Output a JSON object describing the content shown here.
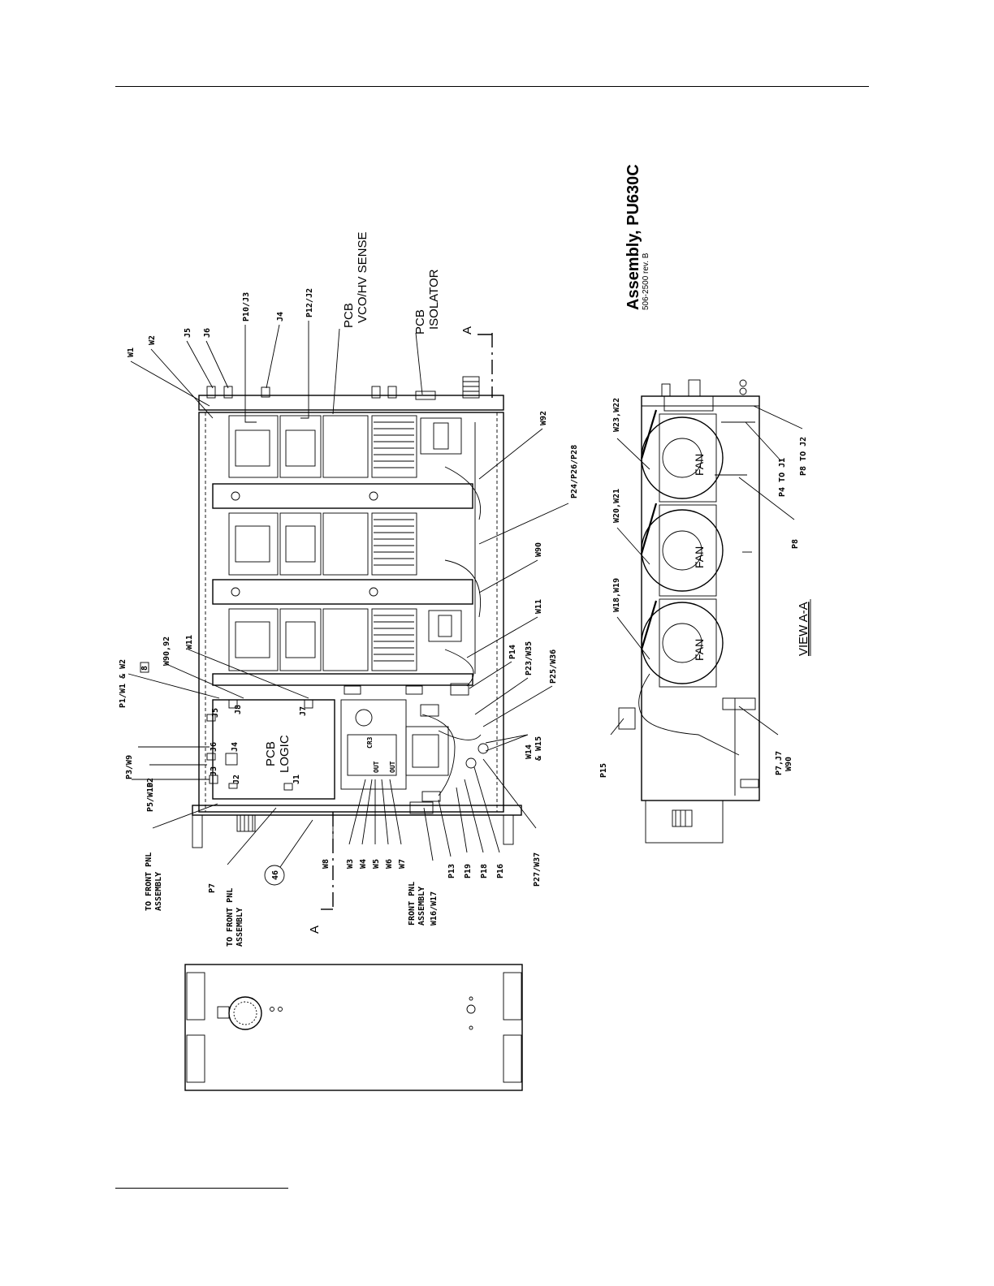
{
  "title": {
    "main": "Assembly, PU630C",
    "sub": "506-2500  rev. B"
  },
  "labels": {
    "w1": "W1",
    "w2": "W2",
    "j5_top": "J5",
    "j6_top": "J6",
    "p10_j3": "P10/J3",
    "j4_top": "J4",
    "p12_j2": "P12/J2",
    "pcb_vco_1": "PCB",
    "pcb_vco_2": "VCO/HV SENSE",
    "pcb_iso_1": "PCB",
    "pcb_iso_2": "ISOLATOR",
    "section_a_top": "A",
    "section_a_bottom": "A",
    "w92": "W92",
    "p24": "P24/P26/P28",
    "w90": "W90",
    "w11_r": "W11",
    "p14": "P14",
    "p23": "P23/W35",
    "p25": "P25/W36",
    "w14": "W14",
    "w15": "& W15",
    "p27": "P27/W37",
    "p16": "P16",
    "p18": "P18",
    "p19": "P19",
    "p13": "P13",
    "w16": "W16/W17",
    "front_pnl_1": "FRONT PNL",
    "front_pnl_2": "ASSEMBLY",
    "w7": "W7",
    "w6": "W6",
    "w5": "W5",
    "w4": "W4",
    "w3": "W3",
    "w8": "W8",
    "callout_46": "46",
    "to_front_b1": "TO FRONT PNL",
    "to_front_b2": "ASSEMBLY",
    "p7": "P7",
    "to_front_a1": "TO FRONT PNL",
    "to_front_a2": "ASSEMBLY",
    "p5": "P5/W10",
    "p2": "P2",
    "p3": "P3/W9",
    "p1": "P1/W1 & W2",
    "callout_8": "8",
    "w9092": "W90,92",
    "w11_l": "W11",
    "pcb_logic_1": "PCB",
    "pcb_logic_2": "LOGIC",
    "j5_b": "J5",
    "j6_b": "J6",
    "j4_b": "J4",
    "j3_b": "J3",
    "j2_b": "J2",
    "j1_b": "J1",
    "j7_b": "J7",
    "j8_b": "J8",
    "cr3": "CR3",
    "out1": "OUT",
    "out2": "OUT",
    "w23": "W23,W22",
    "w20": "W20,W21",
    "w18": "W18,W19",
    "p4": "P4 TO J1",
    "p8j2": "P8 TO J2",
    "p8": "P8",
    "p15": "P15",
    "p7j7": "P7,J7",
    "w90b": "W90",
    "view": "VIEW A-A",
    "fan": "FAN"
  }
}
